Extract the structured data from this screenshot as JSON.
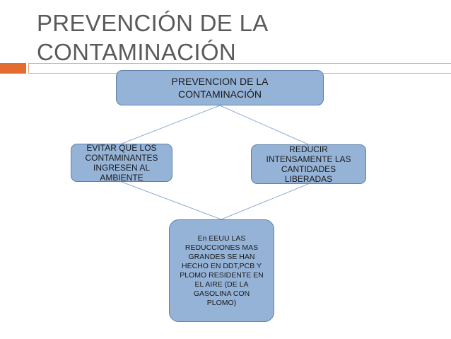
{
  "slide": {
    "title": "PREVENCIÓN DE LA\nCONTAMINACIÓN"
  },
  "diagram": {
    "root": {
      "text": "PREVENCION DE LA\nCONTAMINACIÓN"
    },
    "left": {
      "text": "EVITAR QUE LOS\nCONTAMINANTES\nINGRESEN AL\nAMBIENTE"
    },
    "right": {
      "text": "REDUCIR\nINTENSAMENTE LAS\nCANTIDADES\nLIBERADAS"
    },
    "bottom": {
      "text": "En EEUU LAS\nREDUCCIONES MAS\nGRANDES SE HAN\nHECHO EN DDT,PCB Y\nPLOMO RESIDENTE EN\nEL AIRE (DE LA\nGASOLINA CON\nPLOMO)"
    }
  },
  "colors": {
    "node_fill": "#95b3d7",
    "node_border": "#5c7fa8",
    "connector": "#8eaed4",
    "accent": "#e46c2f",
    "title_text": "#5a5a5a"
  }
}
